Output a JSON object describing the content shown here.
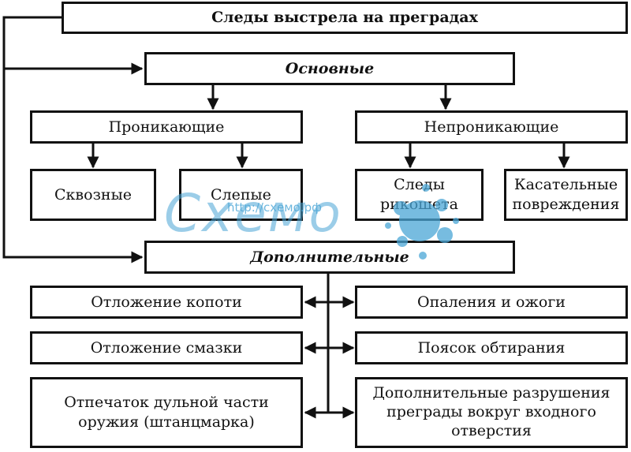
{
  "title": "Следы выстрела на преградах",
  "main": {
    "label": "Основные",
    "penetrating": {
      "label": "Проникающие",
      "children": [
        "Сквозные",
        "Слепые"
      ]
    },
    "non_penetrating": {
      "label": "Непроникающие",
      "children": [
        [
          "Следы",
          "рикошета"
        ],
        [
          "Касательные",
          "повреждения"
        ]
      ]
    }
  },
  "additional": {
    "label": "Дополнительные",
    "left": [
      "Отложение копоти",
      "Отложение смазки",
      [
        "Отпечаток дульной части",
        "оружия (штанцмарка)"
      ]
    ],
    "right": [
      "Опаления и ожоги",
      "Поясок обтирания",
      [
        "Дополнительные разрушения",
        "преграды вокруг входного",
        "отверстия"
      ]
    ]
  },
  "watermark": {
    "url": "http://схемо.рф",
    "logo_text": "Схемо"
  },
  "colors": {
    "line": "#111111",
    "watermark": "#4aa6d6"
  }
}
